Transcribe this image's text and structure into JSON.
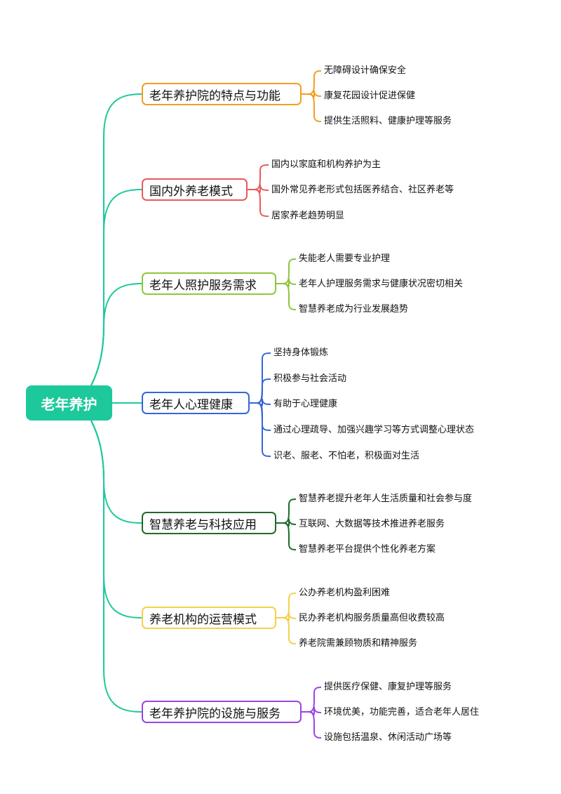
{
  "root": {
    "label": "老年养护",
    "color": "#1dc99b"
  },
  "connector_color": "#1dc99b",
  "branches": [
    {
      "label": "老年养护院的特点与功能",
      "color": "#f0a020",
      "leaves": [
        "无障碍设计确保安全",
        "康复花园设计促进保健",
        "提供生活照料、健康护理等服务"
      ]
    },
    {
      "label": "国内外养老模式",
      "color": "#e85a5a",
      "leaves": [
        "国内以家庭和机构养护为主",
        "国外常见养老形式包括医养结合、社区养老等",
        "居家养老趋势明显"
      ]
    },
    {
      "label": "老年人照护服务需求",
      "color": "#8dc63f",
      "leaves": [
        "失能老人需要专业护理",
        "老年人护理服务需求与健康状况密切相关",
        "智慧养老成为行业发展趋势"
      ]
    },
    {
      "label": "老年人心理健康",
      "color": "#3566d6",
      "leaves": [
        "坚持身体锻炼",
        "积极参与社会活动",
        "有助于心理健康",
        "通过心理疏导、加强兴趣学习等方式调整心理状态",
        "识老、服老、不怕老，积极面对生活"
      ]
    },
    {
      "label": "智慧养老与科技应用",
      "color": "#1e6b2a",
      "leaves": [
        "智慧养老提升老年人生活质量和社会参与度",
        "互联网、大数据等技术推进养老服务",
        "智慧养老平台提供个性化养老方案"
      ]
    },
    {
      "label": "养老机构的运营模式",
      "color": "#f5d04a",
      "leaves": [
        "公办养老机构盈利困难",
        "民办养老机构服务质量高但收费较高",
        "养老院需兼顾物质和精神服务"
      ]
    },
    {
      "label": "老年养护院的设施与服务",
      "color": "#9b45e0",
      "leaves": [
        "提供医疗保健、康复护理等服务",
        "环境优美，功能完善，适合老年人居住",
        "设施包括温泉、休闲活动广场等"
      ]
    }
  ]
}
